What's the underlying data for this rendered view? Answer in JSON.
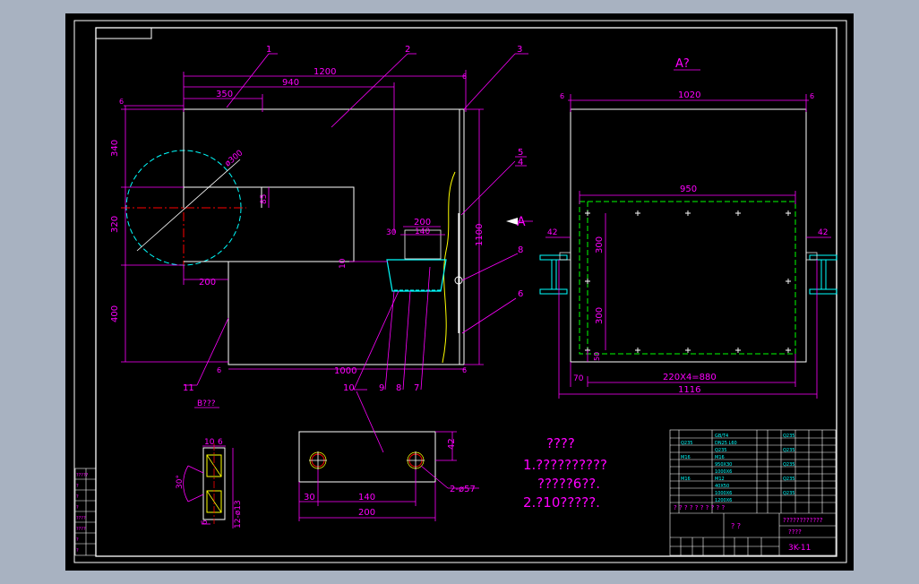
{
  "drawing": {
    "view_label_a": "A?",
    "arrow_label_a": "A",
    "section_label_b": "B???",
    "part_numbers": [
      "1",
      "2",
      "3",
      "5",
      "4",
      "8",
      "6",
      "11",
      "10",
      "9",
      "8",
      "7"
    ],
    "dimensions_main": [
      "1200",
      "940",
      "350",
      "6",
      "6",
      "340",
      "320",
      "400",
      "200",
      "1000",
      "6",
      "6",
      "1100",
      "200",
      "140",
      "30",
      "10",
      "ø300",
      "85"
    ],
    "dimensions_view_a": [
      "1020",
      "6",
      "6",
      "950",
      "42",
      "42",
      "300",
      "300",
      "50",
      "70",
      "220X4=880",
      "1116"
    ],
    "dimensions_plate": [
      "42",
      "30",
      "140",
      "200",
      "2-ø57"
    ],
    "dimensions_section": [
      "10",
      "6",
      "30°",
      "6",
      "12-ø13"
    ],
    "notes": {
      "title": "????",
      "line1": "1.??????????",
      "line2": "?????6??.",
      "line3": "2.?10?????."
    },
    "title_block": {
      "drawing_no": "3K-11",
      "name_cell": "????",
      "company_cell": "????????????",
      "misc": "? ?",
      "scale_row": "? ? ? ? ?    ? ? ? ? ?"
    },
    "left_strip_labels": [
      "?????",
      "?",
      "?",
      "?",
      "????",
      "????",
      "?",
      "?"
    ]
  },
  "colors": {
    "background_frame": "#a8b2c1",
    "paper": "#000000",
    "dimension": "#ff00ff",
    "outline": "#ffffff",
    "centerline": "#ff0000",
    "hidden": "#00ff00",
    "circle": "#00ffff",
    "accent_yellow": "#ffff00"
  }
}
